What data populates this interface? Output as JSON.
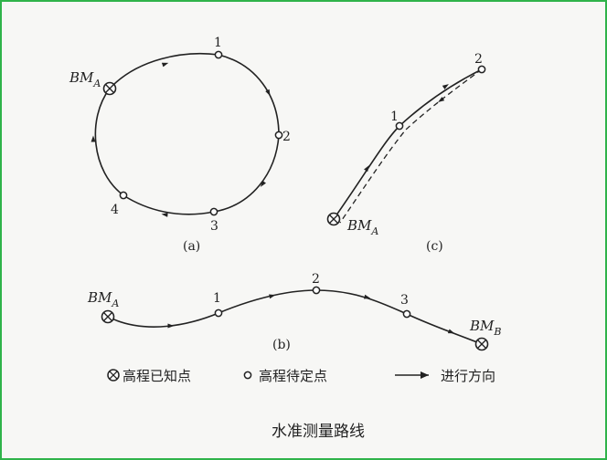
{
  "diagram": {
    "a": {
      "caption": "(a)",
      "bm": {
        "main": "BM",
        "sub": "A"
      },
      "points": [
        "1",
        "2",
        "3",
        "4"
      ]
    },
    "b": {
      "caption": "(b)",
      "bm_start": {
        "main": "BM",
        "sub": "A"
      },
      "bm_end": {
        "main": "BM",
        "sub": "B"
      },
      "points": [
        "1",
        "2",
        "3"
      ]
    },
    "c": {
      "caption": "(c)",
      "bm": {
        "main": "BM",
        "sub": "A"
      },
      "points": [
        "1",
        "2"
      ]
    }
  },
  "legend": {
    "known_point": "高程已知点",
    "unknown_point": "高程待定点",
    "direction": "进行方向"
  },
  "title": "水准测量路线",
  "colors": {
    "ink": "#222222",
    "border": "#2fb34a",
    "background": "#f7f7f5"
  }
}
